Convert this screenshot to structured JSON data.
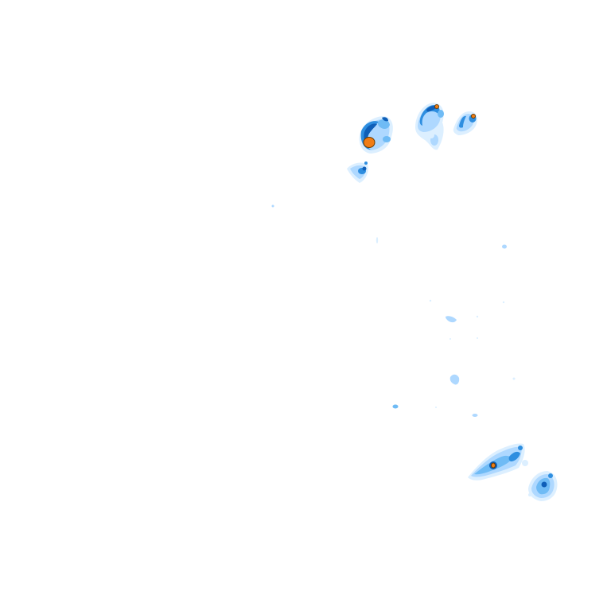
{
  "map": {
    "kind": "precipitation-radar-overlay",
    "background_color": "#ffffff",
    "legend_visible": false,
    "labels_visible": false
  },
  "intensity_palette": {
    "very_light": "#dcefff",
    "light": "#aed8ff",
    "moderate_light": "#6fbbf5",
    "moderate": "#2e8ee0",
    "heavy": "#0f5fb8",
    "intense": "#f07d16",
    "intense_outline": "#6a3b00"
  },
  "echo_clusters": [
    {
      "id": "north-west-cell",
      "peak_intensity": "intense"
    },
    {
      "id": "north-central-cell",
      "peak_intensity": "intense"
    },
    {
      "id": "north-east-cell",
      "peak_intensity": "intense"
    },
    {
      "id": "north-small-cell",
      "peak_intensity": "heavy"
    },
    {
      "id": "scattered-light-echoes",
      "peak_intensity": "light"
    },
    {
      "id": "south-east-band",
      "peak_intensity": "intense"
    },
    {
      "id": "south-east-ring-cell",
      "peak_intensity": "heavy"
    }
  ]
}
